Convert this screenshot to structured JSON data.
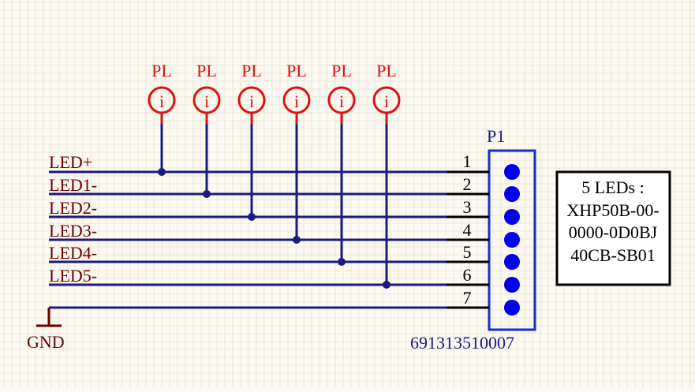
{
  "colors": {
    "background": "#fbf9f1",
    "grid": "#ece8d8",
    "wire": "#1a1a80",
    "net_label": "#6b0000",
    "probe": "#e01010",
    "connector_body": "#1a2ad6",
    "pin_dot": "#0000ee",
    "designator": "#1a1a80",
    "pin_number": "#000000",
    "note_border": "#000000",
    "note_text": "#000000"
  },
  "probes": [
    {
      "label": "PL",
      "symbol": "i"
    },
    {
      "label": "PL",
      "symbol": "i"
    },
    {
      "label": "PL",
      "symbol": "i"
    },
    {
      "label": "PL",
      "symbol": "i"
    },
    {
      "label": "PL",
      "symbol": "i"
    },
    {
      "label": "PL",
      "symbol": "i"
    }
  ],
  "nets": [
    "LED+",
    "LED1-",
    "LED2-",
    "LED3-",
    "LED4-",
    "LED5-"
  ],
  "ground": {
    "label": "GND"
  },
  "connector": {
    "designator": "P1",
    "part_number": "691313510007",
    "pins": [
      "1",
      "2",
      "3",
      "4",
      "5",
      "6",
      "7"
    ]
  },
  "note": {
    "lines": [
      "5 LEDs :",
      "XHP50B-00-",
      "0000-0D0BJ",
      "40CB-SB01"
    ]
  }
}
